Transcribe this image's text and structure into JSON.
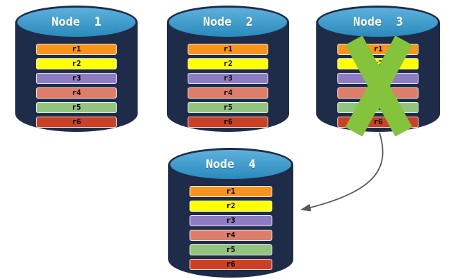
{
  "diagram": {
    "nodes": [
      {
        "id": "node-1",
        "label": "Node  1",
        "failed": false,
        "rows": [
          {
            "label": "r1",
            "color": "#F7941E"
          },
          {
            "label": "r2",
            "color": "#FFFF00"
          },
          {
            "label": "r3",
            "color": "#8E7CC3"
          },
          {
            "label": "r4",
            "color": "#DD7E6B"
          },
          {
            "label": "r5",
            "color": "#93C47D"
          },
          {
            "label": "r6",
            "color": "#CC4125"
          }
        ]
      },
      {
        "id": "node-2",
        "label": "Node  2",
        "failed": false,
        "rows": [
          {
            "label": "r1",
            "color": "#F7941E"
          },
          {
            "label": "r2",
            "color": "#FFFF00"
          },
          {
            "label": "r3",
            "color": "#8E7CC3"
          },
          {
            "label": "r4",
            "color": "#DD7E6B"
          },
          {
            "label": "r5",
            "color": "#93C47D"
          },
          {
            "label": "r6",
            "color": "#CC4125"
          }
        ]
      },
      {
        "id": "node-3",
        "label": "Node  3",
        "failed": true,
        "rows": [
          {
            "label": "r1",
            "color": "#F7941E"
          },
          {
            "label": "r2",
            "color": "#FFFF00"
          },
          {
            "label": "r3",
            "color": "#8E7CC3"
          },
          {
            "label": "r4",
            "color": "#DD7E6B"
          },
          {
            "label": "r5",
            "color": "#93C47D"
          },
          {
            "label": "r6",
            "color": "#CC4125"
          }
        ]
      },
      {
        "id": "node-4",
        "label": "Node  4",
        "failed": false,
        "rows": [
          {
            "label": "r1",
            "color": "#F7941E"
          },
          {
            "label": "r2",
            "color": "#FFFF00"
          },
          {
            "label": "r3",
            "color": "#8E7CC3"
          },
          {
            "label": "r4",
            "color": "#DD7E6B"
          },
          {
            "label": "r5",
            "color": "#93C47D"
          },
          {
            "label": "r6",
            "color": "#CC4125"
          }
        ]
      }
    ],
    "colors": {
      "cylinder_body": "#1E2C4A",
      "cylinder_cap": "#2F9AD2",
      "failure_x": "#84C33C",
      "arrow": "#595959"
    }
  }
}
